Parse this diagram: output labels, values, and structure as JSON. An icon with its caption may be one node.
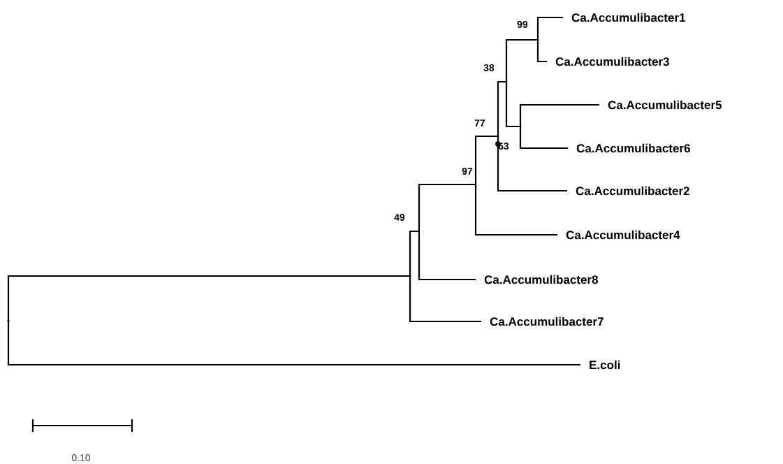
{
  "diagram": {
    "nodes": [
      {
        "text": [],
        "shape": "point"
      },
      {
        "text": [],
        "shape": "point"
      },
      {
        "text": [
          "49"
        ]
      },
      {
        "text": [
          "97"
        ]
      },
      {
        "text": [
          "77"
        ]
      },
      {
        "text": [
          "38"
        ]
      },
      {
        "text": [
          "99"
        ]
      },
      {
        "text": [
          "63"
        ]
      },
      {
        "text": [
          "Ca.Accumulibacter1"
        ]
      },
      {
        "text": [
          "Ca.Accumulibacter3"
        ]
      },
      {
        "text": [
          "Ca.Accumulibacter5"
        ]
      },
      {
        "text": [
          "Ca.Accumulibacter6"
        ]
      },
      {
        "text": [
          "Ca.Accumulibacter2"
        ]
      },
      {
        "text": [
          "Ca.Accumulibacter4"
        ]
      },
      {
        "text": [
          "Ca.Accumulibacter8"
        ]
      },
      {
        "text": [
          "Ca.Accumulibacter7"
        ]
      },
      {
        "text": [
          "E.coli"
        ]
      }
    ],
    "edges": [
      {
        "from": 0,
        "to": 1,
        "arrow": "none"
      },
      {
        "from": 0,
        "to": 16,
        "arrow": "none"
      },
      {
        "from": 1,
        "to": 2,
        "arrow": "none"
      },
      {
        "from": 1,
        "to": 15,
        "arrow": "none"
      },
      {
        "from": 2,
        "to": 3,
        "arrow": "none"
      },
      {
        "from": 2,
        "to": 14,
        "arrow": "none"
      },
      {
        "from": 3,
        "to": 4,
        "arrow": "none"
      },
      {
        "from": 3,
        "to": 13,
        "arrow": "none"
      },
      {
        "from": 4,
        "to": 5,
        "arrow": "none"
      },
      {
        "from": 4,
        "to": 12,
        "arrow": "none"
      },
      {
        "from": 5,
        "to": 6,
        "arrow": "none"
      },
      {
        "from": 5,
        "to": 7,
        "arrow": "none"
      },
      {
        "from": 6,
        "to": 8,
        "arrow": "none"
      },
      {
        "from": 6,
        "to": 9,
        "arrow": "none"
      },
      {
        "from": 7,
        "to": 10,
        "arrow": "none"
      },
      {
        "from": 7,
        "to": 11,
        "arrow": "none"
      }
    ],
    "labels": [
      "0.10"
    ]
  }
}
